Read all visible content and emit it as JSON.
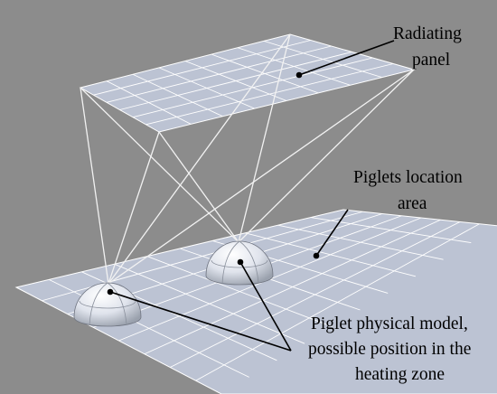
{
  "labels": {
    "panel_line1": "Radiating",
    "panel_line2": "panel",
    "area_line1": "Piglets location",
    "area_line2": "area",
    "model_line1": "Piglet physical model,",
    "model_line2": "possible position in the",
    "model_line3": "heating zone"
  },
  "colors": {
    "background": "#8c8c8c",
    "panel_fill": "#bcc3d3",
    "grid": "#ffffff",
    "rays": "#f2f2f2",
    "dome": "#dfe3ec"
  }
}
